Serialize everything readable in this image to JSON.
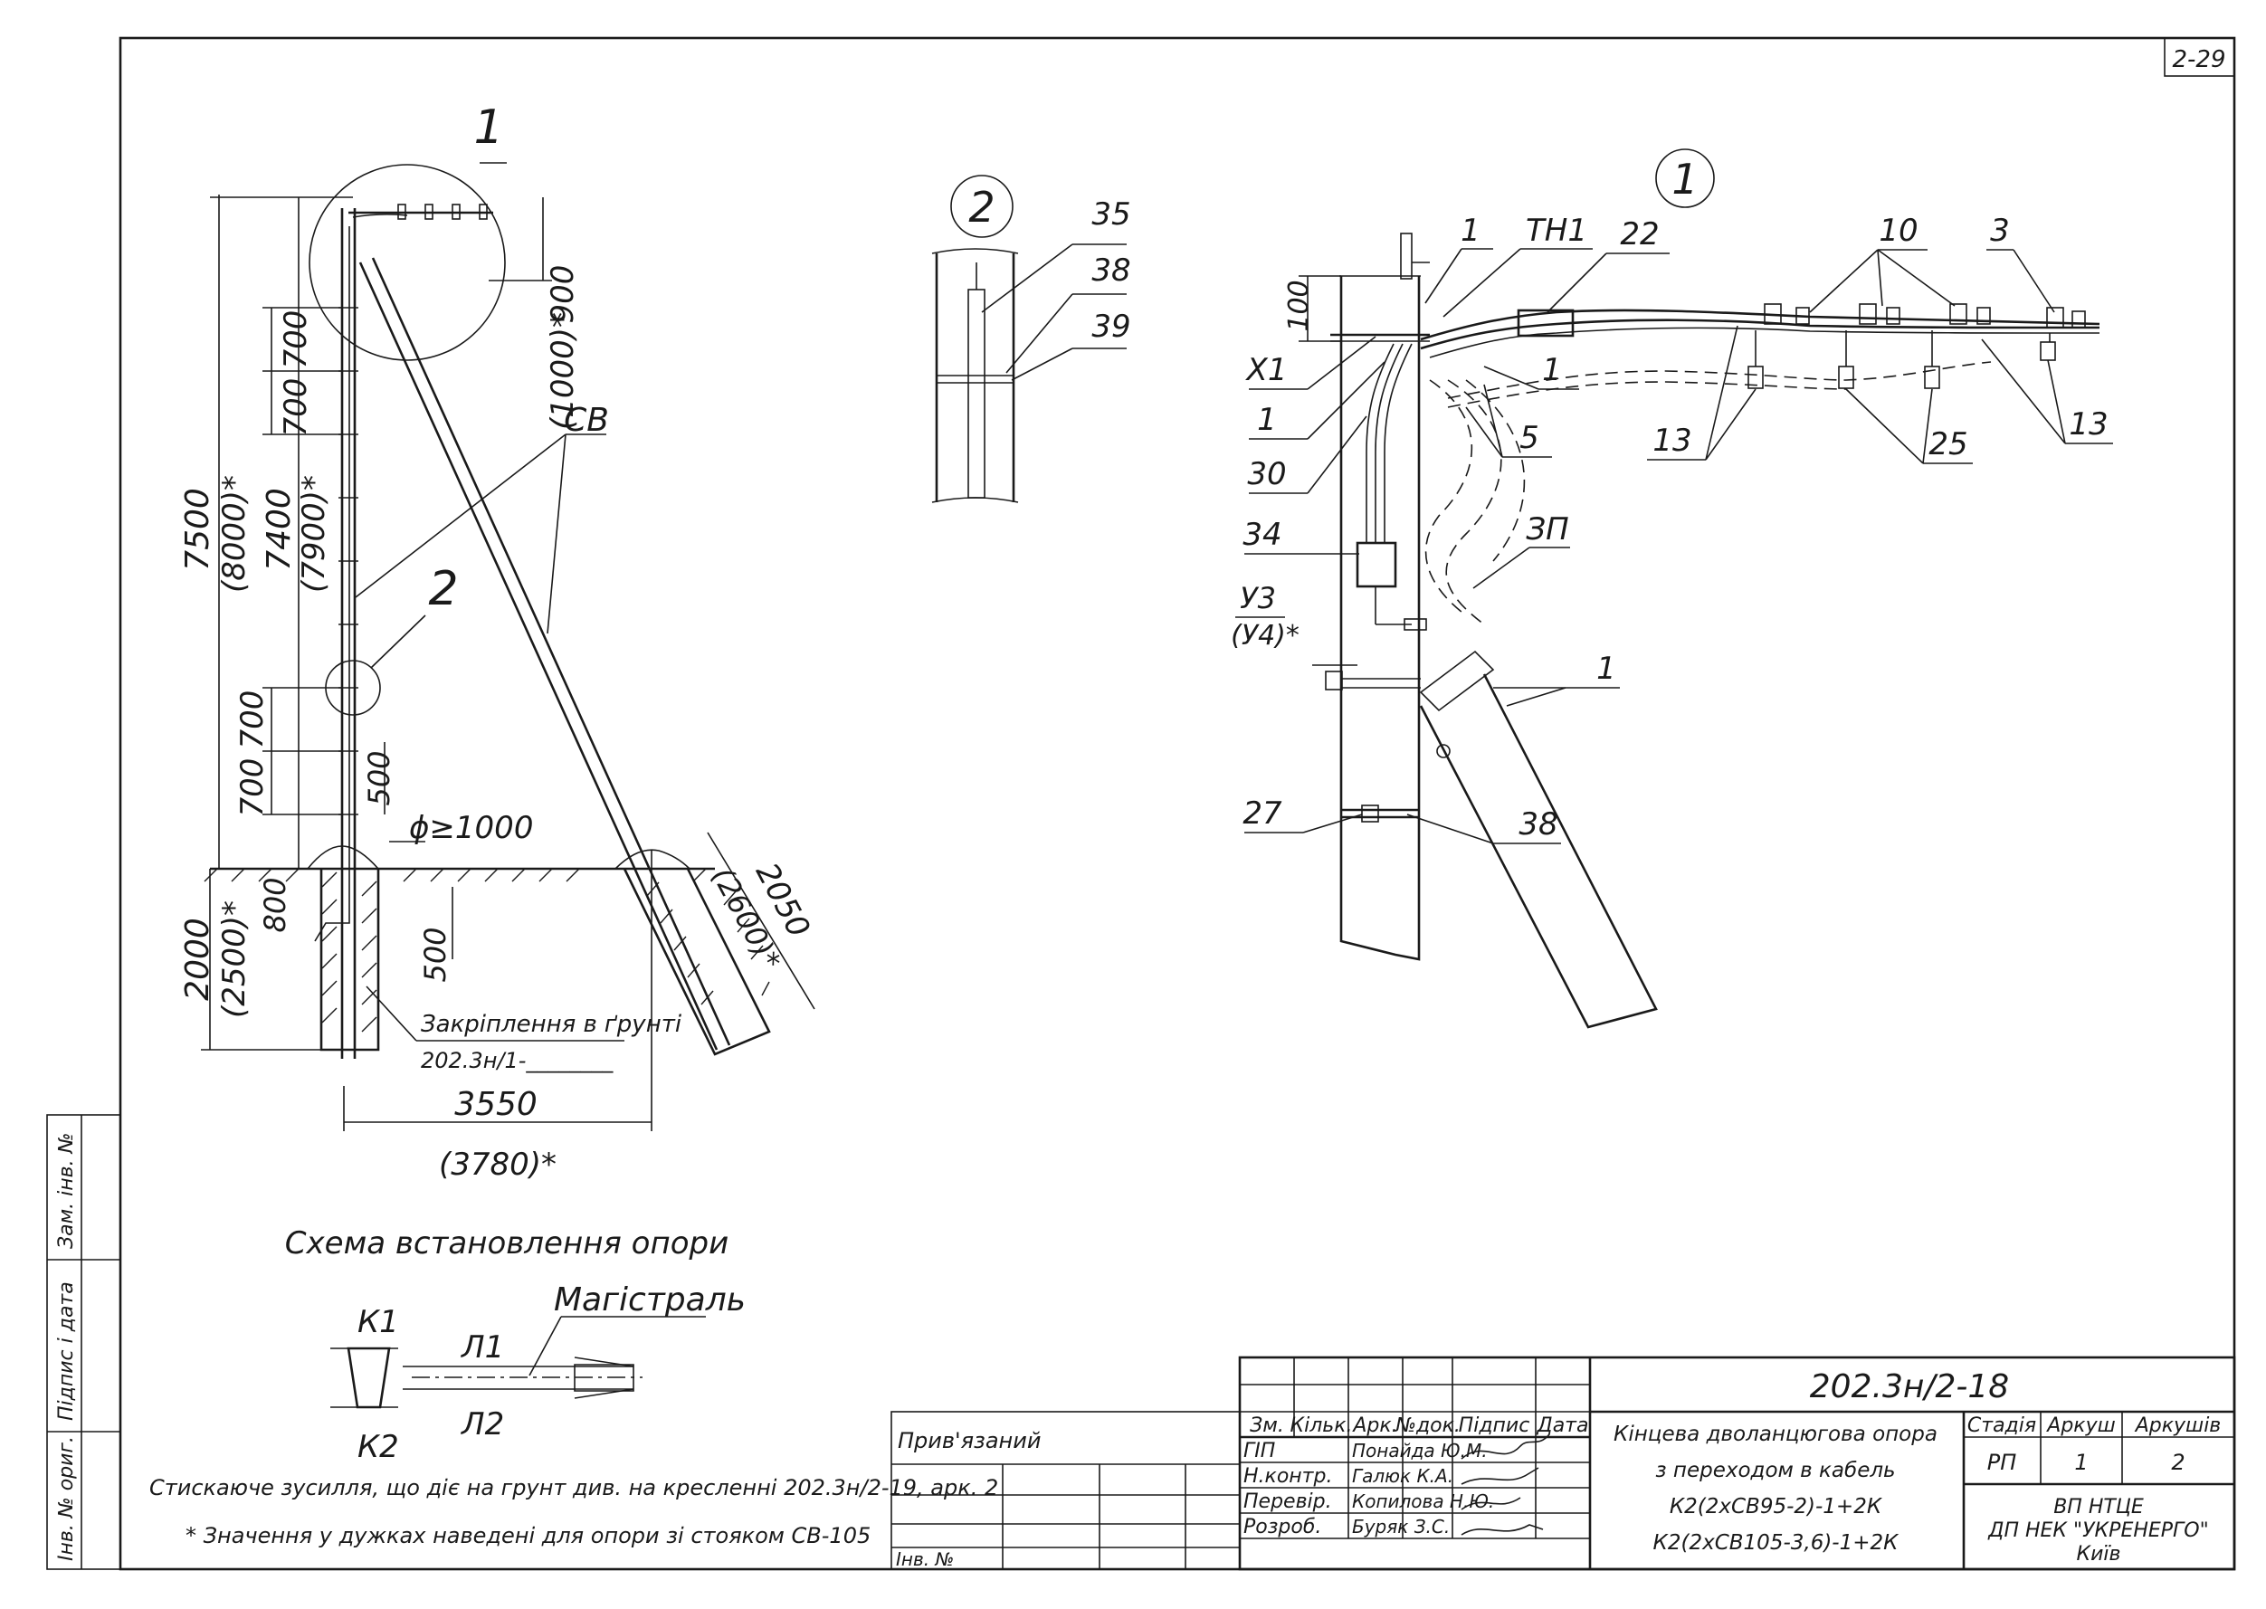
{
  "sheet": {
    "number": "2-29"
  },
  "main_view": {
    "callouts": {
      "c1": "1",
      "c2": "2"
    },
    "dims": {
      "top_900": "900",
      "top_1000": "(1000)*",
      "d700a": "700",
      "d700b": "700",
      "d700c": "700",
      "d700d": "700",
      "d7500": "7500",
      "d8000": "(8000)*",
      "d7400": "7400",
      "d7900": "(7900)*",
      "d500a": "500",
      "d500b": "500",
      "d_phi": "ϕ≥1000",
      "d800": "800",
      "d2000": "2000",
      "d2500": "(2500)*",
      "d2050": "2050",
      "d2600": "(2600)*",
      "d3550": "3550",
      "d3780": "(3780)*"
    },
    "labels": {
      "sv": "СВ",
      "ground_fix": "Закріплення в ґрунті",
      "ground_ref": "202.3н/1-________"
    }
  },
  "detail2": {
    "callout": "2",
    "pos": [
      "35",
      "38",
      "39"
    ]
  },
  "detail1": {
    "callout": "1",
    "pos": {
      "p1a": "1",
      "th1": "ТН1",
      "p22": "22",
      "p10": "10",
      "p3": "3",
      "d100": "100",
      "x1": "Х1",
      "p1b": "1",
      "p1c": "1",
      "p30": "30",
      "p5": "5",
      "p13a": "13",
      "p25": "25",
      "p13b": "13",
      "p34": "34",
      "zp": "ЗП",
      "u3": "У3",
      "u4": "(У4)*",
      "p1d": "1",
      "p27": "27",
      "p38": "38"
    }
  },
  "scheme": {
    "title": "Схема встановлення опори",
    "k1": "К1",
    "k2": "К2",
    "l1": "Л1",
    "l2": "Л2",
    "mag": "Магістраль"
  },
  "notes": {
    "n1": "Стискаюче зусилля, що діє на грунт див. на кресленні 202.3н/2-19, арк. 2",
    "n2": "* Значення у дужках наведені для опори зі стояком СВ-105"
  },
  "side_stamp": {
    "zam": "Зам. інв. №",
    "pidpys": "Підпис і дата",
    "inv": "Інв. № ориг."
  },
  "bind_block": {
    "pryvyaz": "Прив'язаний",
    "inv_no": "Інв. №"
  },
  "title_block": {
    "code": "202.3н/2-18",
    "header": [
      "Зм.",
      "Кільк.",
      "Арк.",
      "№док.",
      "Підпис",
      "Дата"
    ],
    "roles": [
      {
        "role": "ГІП",
        "name": "Понайда Ю.М."
      },
      {
        "role": "Н.контр.",
        "name": "Галюк К.А."
      },
      {
        "role": "Перевір.",
        "name": "Копилова Н.Ю."
      },
      {
        "role": "Розроб.",
        "name": "Буряк З.С."
      }
    ],
    "description": [
      "Кінцева дволанцюгова опора",
      "з переходом в кабель",
      "К2(2хСВ95-2)-1+2К",
      "К2(2хСВ105-3,6)-1+2К"
    ],
    "stage_h": "Стадія",
    "sheet_h": "Аркуш",
    "sheets_h": "Аркушів",
    "stage": "РП",
    "sheet": "1",
    "sheets": "2",
    "org": [
      "ВП НТЦЕ",
      "ДП НЕК \"УКРЕНЕРГО\"",
      "Київ"
    ]
  }
}
